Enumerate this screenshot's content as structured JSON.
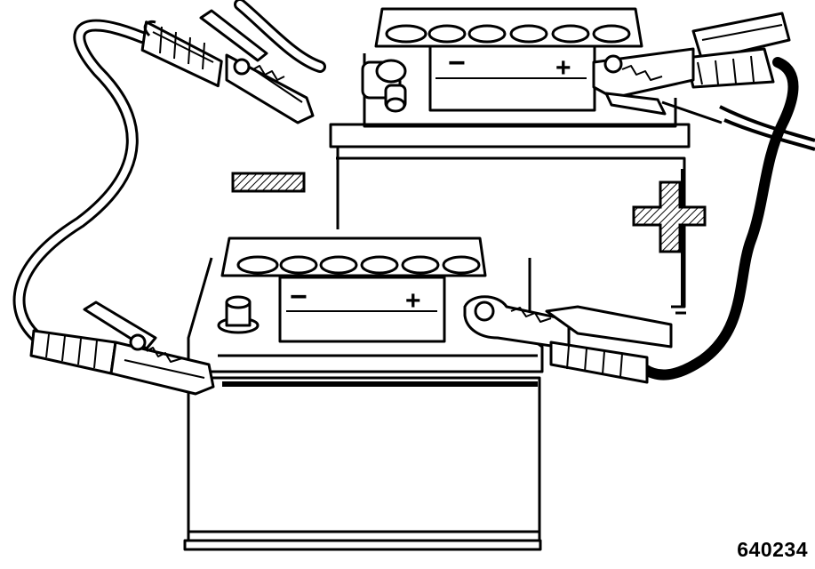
{
  "figure": {
    "reference_code": "640234",
    "line_color": "#000000",
    "background_color": "#ffffff",
    "cable_positive_color": "#111111",
    "cable_negative_color": "#ffffff"
  },
  "batteries": [
    {
      "id": "rear-battery",
      "terminal_minus_label": "−",
      "terminal_plus_label": "+",
      "cell_count": 6
    },
    {
      "id": "front-battery",
      "terminal_minus_label": "−",
      "terminal_plus_label": "+",
      "cell_count": 6
    }
  ],
  "legend_symbols": {
    "negative": "negative-symbol",
    "positive": "positive-symbol"
  }
}
